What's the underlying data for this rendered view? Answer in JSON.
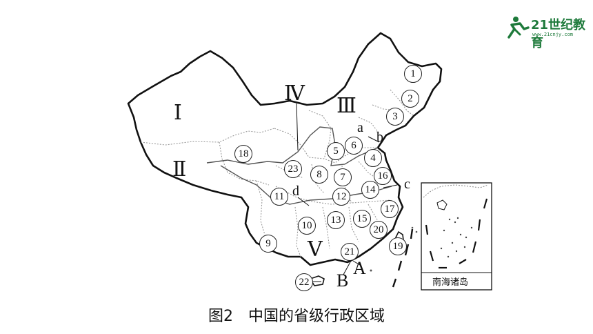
{
  "logo": {
    "brand": "21世纪教育",
    "site": "www.21cnjy.com"
  },
  "caption": "图2　中国的省级行政区域",
  "inset": {
    "title": "南海诸岛"
  },
  "regions_roman": [
    "Ⅰ",
    "Ⅱ",
    "Ⅲ",
    "Ⅳ",
    "Ⅴ"
  ],
  "provinces_numbered": [
    "1",
    "2",
    "3",
    "4",
    "5",
    "6",
    "7",
    "8",
    "9",
    "10",
    "11",
    "12",
    "13",
    "14",
    "15",
    "16",
    "17",
    "18",
    "19",
    "20",
    "21",
    "22",
    "23"
  ],
  "letters": {
    "a": "a",
    "b": "b",
    "c": "c",
    "d": "d",
    "A": "A",
    "B": "B"
  },
  "colors": {
    "border": "#111111",
    "internal": "#9a9a9a",
    "logo": "#1e7a3b"
  }
}
